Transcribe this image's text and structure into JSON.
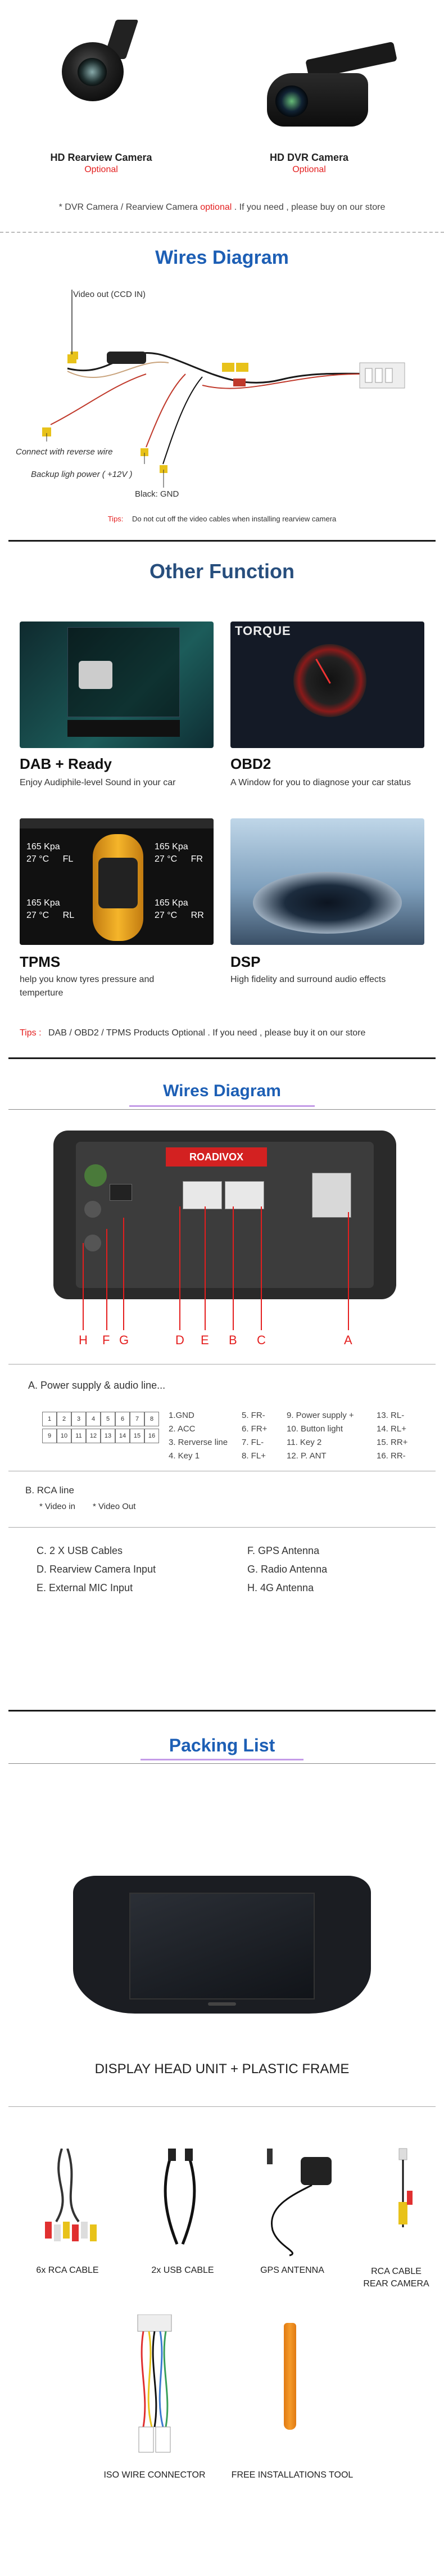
{
  "cameras": {
    "rear": {
      "title": "HD Rearview Camera",
      "tag": "Optional"
    },
    "dvr": {
      "title": "HD DVR Camera",
      "tag": "Optional"
    },
    "note_prefix": "* DVR Camera / Rearview Camera",
    "note_optional": "optional",
    "note_suffix": ". If you need , please buy on our store"
  },
  "wires1": {
    "title": "Wires Diagram",
    "video_out": "Video out (CCD IN)",
    "reverse": "Connect with reverse wire",
    "backup": "Backup ligh power ( +12V )",
    "gnd": "Black: GND",
    "tips_label": "Tips:",
    "tips_text": "Do not cut off the video cables when installing rearview camera"
  },
  "other": {
    "title": "Other Function",
    "dab": {
      "title": "DAB + Ready",
      "desc": "Enjoy Audiphile-level Sound in your car"
    },
    "obd": {
      "title": "OBD2",
      "desc": "A Window for you to diagnose your car status",
      "brand": "TORQUE"
    },
    "tpms": {
      "title": "TPMS",
      "desc": "help you know tyres pressure and temperture"
    },
    "dsp": {
      "title": "DSP",
      "desc": "High fidelity and surround audio effects"
    },
    "tips_label": "Tips :",
    "tips_text": "DAB / OBD2 / TPMS Products Optional . If you need , please buy it on our store",
    "tpms_values": {
      "kpa": "165",
      "kpa_unit": "Kpa",
      "temp": "27",
      "temp_unit": "°C",
      "fl": "FL",
      "fr": "FR",
      "rl": "RL",
      "rr": "RR"
    }
  },
  "wires2": {
    "title": "Wires Diagram",
    "brand": "ROADIVOX",
    "letters": [
      "H",
      "F",
      "G",
      "D",
      "E",
      "B",
      "C",
      "A"
    ],
    "section_a": "A. Power supply & audio line...",
    "pins_row1": [
      "1",
      "2",
      "3",
      "4",
      "5",
      "6",
      "7",
      "8"
    ],
    "pins_row2": [
      "9",
      "10",
      "11",
      "12",
      "13",
      "14",
      "15",
      "16"
    ],
    "col1": [
      "1.GND",
      "2. ACC",
      "3. Rerverse line",
      "4. Key 1"
    ],
    "col2": [
      "5. FR-",
      "6. FR+",
      "7. FL-",
      "8. FL+"
    ],
    "col3": [
      "9. Power supply +",
      "10. Button light",
      "11. Key 2",
      "12. P. ANT"
    ],
    "col4": [
      "13. RL-",
      "14. RL+",
      "15. RR+",
      "16. RR-"
    ],
    "section_b": "B. RCA line",
    "rca_in": "* Video in",
    "rca_out": "* Video Out",
    "list_left": [
      "C. 2 X USB Cables",
      "D. Rearview Camera Input",
      "E. External MIC Input"
    ],
    "list_right": [
      "F. GPS Antenna",
      "G. Radio Antenna",
      "H. 4G Antenna"
    ]
  },
  "packing": {
    "title": "Packing List",
    "head_unit": "DISPLAY HEAD UNIT  + PLASTIC FRAME",
    "items": [
      "6x RCA CABLE",
      "2x USB CABLE",
      "GPS ANTENNA",
      "RCA CABLE\nREAR CAMERA"
    ],
    "items2": [
      "ISO WIRE CONNECTOR",
      "FREE INSTALLATIONS TOOL"
    ]
  },
  "colors": {
    "accent": "#1d5fb5",
    "warning": "#e41e1e",
    "divider": "#1a1a1a"
  }
}
